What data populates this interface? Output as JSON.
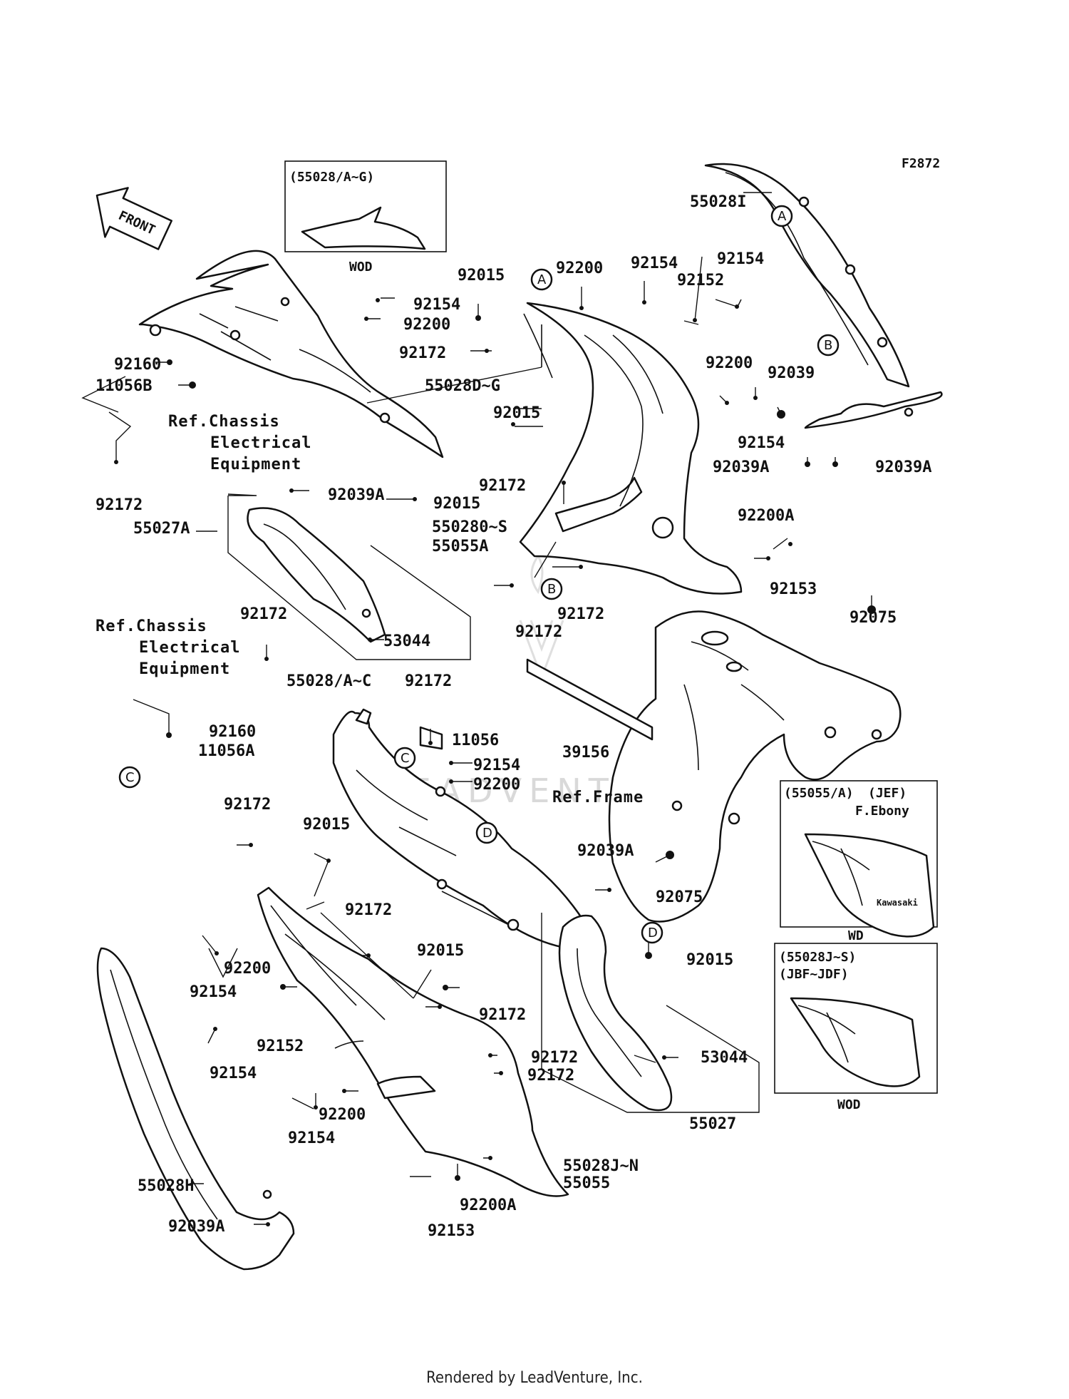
{
  "figure_id": "F2872",
  "front_arrow": "FRONT",
  "footer": "Rendered by LeadVenture, Inc.",
  "watermark": "LEADVENTURE",
  "insets": {
    "top": {
      "title": "(55028/A~G)",
      "caption": "WOD"
    },
    "right_mid": {
      "title": "(55055/A)",
      "title2": "(JEF)",
      "subtitle": "F.Ebony",
      "caption": "WD",
      "badge": "Kawasaki"
    },
    "right_low": {
      "title": "(55028J~S)",
      "subtitle": "(JBF~JDF)",
      "caption": "WOD"
    }
  },
  "refs": {
    "chassis_1": [
      "Ref.Chassis",
      "Electrical",
      "Equipment"
    ],
    "chassis_2": [
      "Ref.Chassis",
      "Electrical",
      "Equipment"
    ],
    "frame": "Ref.Frame"
  },
  "callouts": {
    "A1": "A",
    "A2": "A",
    "B1": "B",
    "B2": "B",
    "C1": "C",
    "C2": "C",
    "D1": "D",
    "D2": "D"
  },
  "labels": {
    "l_55028I": "55028I",
    "l_92154_a": "92154",
    "l_92200_a": "92200",
    "l_92160_a": "92160",
    "l_11056B": "11056B",
    "l_55028DG": "55028D~G",
    "l_92172_a": "92172",
    "l_92015_a": "92015",
    "l_92200_b": "92200",
    "l_92154_b": "92154",
    "l_92154_c": "92154",
    "l_92152_a": "92152",
    "l_92172_b": "92172",
    "l_92015_b": "92015",
    "l_92200_c": "92200",
    "l_92039": "92039",
    "l_92154_d": "92154",
    "l_92039A_a": "92039A",
    "l_92039A_b": "92039A",
    "l_92039A_c": "92039A",
    "l_92015_c": "92015",
    "l_55027A": "55027A",
    "l_92172_c": "92172",
    "l_550280S": "550280~S",
    "l_55055A": "55055A",
    "l_92200A_a": "92200A",
    "l_92153_a": "92153",
    "l_92172_d": "92172",
    "l_92172_e": "92172",
    "l_53044_a": "53044",
    "l_92172_f": "92172",
    "l_92075_a": "92075",
    "l_55028AC": "55028/A~C",
    "l_92172_g": "92172",
    "l_11056": "11056",
    "l_92160_b": "92160",
    "l_11056A": "11056A",
    "l_39156": "39156",
    "l_92154_e": "92154",
    "l_92200_d": "92200",
    "l_92172_h": "92172",
    "l_92015_d": "92015",
    "l_92039A_d": "92039A",
    "l_92075_b": "92075",
    "l_92172_i": "92172",
    "l_92200_e": "92200",
    "l_92154_f": "92154",
    "l_92015_e": "92015",
    "l_92015_f": "92015",
    "l_92172_j": "92172",
    "l_92152_b": "92152",
    "l_92154_g": "92154",
    "l_92172_k": "92172",
    "l_92172_l": "92172",
    "l_92200_f": "92200",
    "l_92154_h": "92154",
    "l_53044_b": "53044",
    "l_55027": "55027",
    "l_55028H": "55028H",
    "l_92039A_e": "92039A",
    "l_55028JN": "55028J~N",
    "l_55055": "55055",
    "l_92200A_b": "92200A",
    "l_92153_b": "92153"
  }
}
